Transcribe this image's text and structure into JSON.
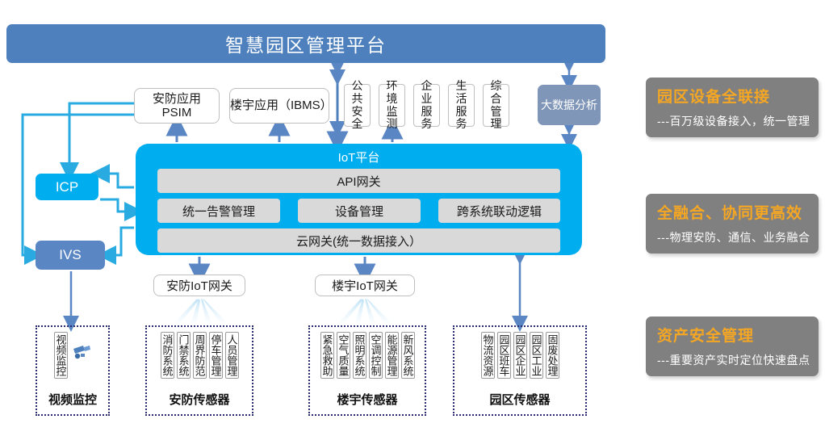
{
  "title": {
    "text": "智慧园区管理平台"
  },
  "applications": {
    "psim": "安防应用 PSIM",
    "psim_line1": "安防应用",
    "psim_line2": "PSIM",
    "ibms": "楼宇应用（IBMS）",
    "mini": [
      {
        "name": "public-safety",
        "label": "公共安全"
      },
      {
        "name": "environment-monitor",
        "label": "环境监测"
      },
      {
        "name": "enterprise-service",
        "label": "企业服务"
      },
      {
        "name": "life-service",
        "label": "生活服务"
      },
      {
        "name": "integrated-management",
        "label": "综合管理"
      }
    ],
    "bigdata": "大数据分析"
  },
  "side": {
    "icp": "ICP",
    "ivs": "IVS"
  },
  "iot": {
    "title": "IoT平台",
    "api_gateway": "API网关",
    "modules": [
      {
        "name": "unified-alarm-management",
        "label": "统一告警管理"
      },
      {
        "name": "device-management",
        "label": "设备管理"
      },
      {
        "name": "cross-system-linkage-logic",
        "label": "跨系统联动逻辑"
      }
    ],
    "cloud_gateway": "云网关(统一数据接入）"
  },
  "gateways": {
    "security": "安防IoT网关",
    "building": "楼宇IoT网关"
  },
  "sensor_groups": [
    {
      "name": "video-monitoring",
      "label": "视频监控",
      "chips": [
        "视频监控"
      ],
      "has_camera_icon": true
    },
    {
      "name": "security-sensors",
      "label": "安防传感器",
      "chips": [
        "消防系统",
        "门禁系统",
        "周界防范",
        "停车管理",
        "人员管理"
      ],
      "has_camera_icon": false
    },
    {
      "name": "building-sensors",
      "label": "楼宇传感器",
      "chips": [
        "紧急救助",
        "空气质量",
        "照明系统",
        "空调控制",
        "能源管理",
        "新风系统"
      ],
      "has_camera_icon": false
    },
    {
      "name": "park-sensors",
      "label": "园区传感器",
      "chips": [
        "物流资源",
        "园区班车",
        "园区企业",
        "园区工业",
        "固废处理"
      ],
      "has_camera_icon": false
    }
  ],
  "features": [
    {
      "name": "full-device-connection",
      "title": "园区设备全联接",
      "subtitle": "---百万级设备接入，统一管理"
    },
    {
      "name": "full-convergence",
      "title": "全融合、协同更高效",
      "subtitle": "---物理安防、通信、业务融合"
    },
    {
      "name": "asset-security-management",
      "title": "资产安全管理",
      "subtitle": "---重要资产实时定位快速盘点"
    }
  ],
  "colors": {
    "title_bar": "#4e80bd",
    "iot_platform": "#00aeef",
    "icp": "#00aeef",
    "ivs": "#5b86c4",
    "bigdata": "#8096b8",
    "inner_box": "#d9d9d9",
    "feature_panel": "#808080",
    "feature_title": "#f5a623",
    "arrow_blue": "#29abe2",
    "arrow_slate": "#5b86c4"
  }
}
